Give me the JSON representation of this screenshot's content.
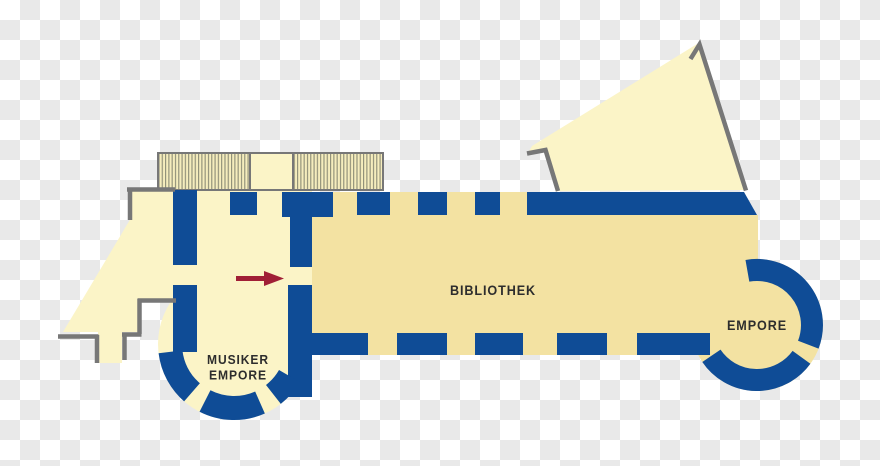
{
  "diagram": {
    "type": "building-floor-plan",
    "rooms": [
      {
        "id": "bibliothek",
        "label": "BIBLIOTHEK"
      },
      {
        "id": "empore",
        "label": "EMPORE"
      },
      {
        "id": "musiker-empore",
        "label_line1": "MUSIKER",
        "label_line2": "EMPORE"
      }
    ],
    "arrow": {
      "meaning": "entrance-direction",
      "direction": "right"
    },
    "features": [
      "hatched-stair-band-top-left",
      "angled-annex-top-right",
      "round-apse-right",
      "round-bay-bottom-left",
      "transparency-checkerboard-background"
    ]
  },
  "colors": {
    "wall_blue": "#0F4C96",
    "room_tan": "#F3E2A2",
    "room_cream": "#FBF4C7",
    "hatch_bg": "#F5EDBD",
    "hatch_line": "#8F8F78",
    "outline_gray": "#777777",
    "arrow_red": "#A01F36",
    "text_dark": "#2D2D2D",
    "checker_gray": "#E9E9E9"
  }
}
